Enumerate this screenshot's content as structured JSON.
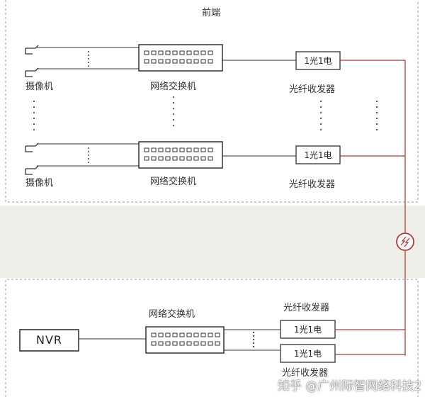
{
  "front_end": {
    "title": "前端",
    "rows": [
      {
        "camera_label": "摄像机",
        "switch_label": "网络交换机",
        "transceiver_box": "1光1电",
        "transceiver_label": "光纤收发器"
      },
      {
        "camera_label": "摄像机",
        "switch_label": "网络交换机",
        "transceiver_box": "1光1电",
        "transceiver_label": "光纤收发器"
      }
    ]
  },
  "back_end": {
    "nvr_label": "NVR",
    "switch_label": "网络交换机",
    "transceiver_top_label": "光纤收发器",
    "transceiver_boxes": [
      "1光1电",
      "1光1电"
    ],
    "transceiver_bottom_label": "光纤收发器"
  },
  "watermark": "知乎 @广州际智网络科技2",
  "colors": {
    "fiber": "#b53a3a",
    "line": "#333333",
    "background": "#efefe9",
    "panel": "#ffffff"
  }
}
